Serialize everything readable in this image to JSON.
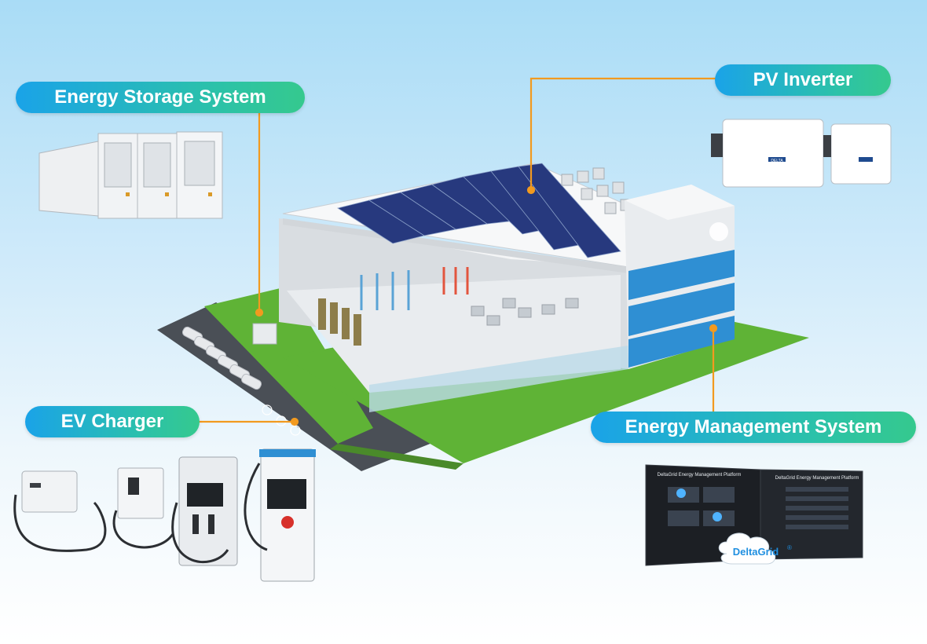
{
  "labels": {
    "energy_storage": "Energy Storage System",
    "pv_inverter": "PV Inverter",
    "ev_charger": "EV Charger",
    "energy_management": "Energy Management System"
  },
  "brand": {
    "logo_text": "DeltaGrid",
    "registered_mark": "®",
    "screen_title_left": "DeltaGrid Energy Management Platform",
    "screen_title_right": "DeltaGrid Energy Management Platform",
    "device_badge": "DELTA"
  },
  "colors": {
    "pill_start": "#1aa3e8",
    "pill_end": "#35c98e",
    "leader_line": "#f29a1f",
    "lawn": "#5fb336",
    "solar_panel": "#27397e"
  }
}
